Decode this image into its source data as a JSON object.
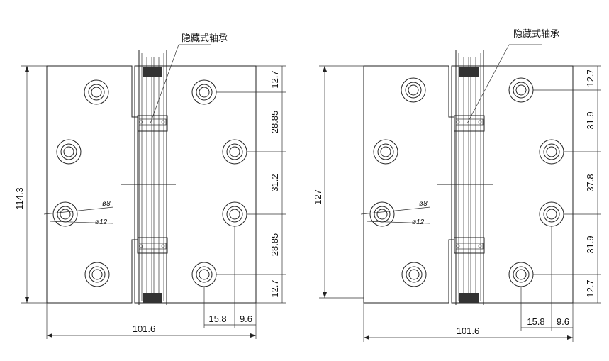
{
  "drawings": [
    {
      "id": "hinge-114",
      "bearing_label": "隐藏式轴承",
      "height_label": "114.3",
      "width_label": "101.6",
      "hole_offset_label": "15.8",
      "edge_offset_label": "9.6",
      "right_dims": [
        "12.7",
        "28.85",
        "31.2",
        "28.85",
        "12.7"
      ],
      "phi_small": "ø8",
      "phi_large": "ø12"
    },
    {
      "id": "hinge-127",
      "bearing_label": "隐藏式轴承",
      "height_label": "127",
      "width_label": "101.6",
      "hole_offset_label": "15.8",
      "edge_offset_label": "9.6",
      "right_dims": [
        "12.7",
        "31.9",
        "37.8",
        "31.9",
        "12.7"
      ],
      "phi_small": "ø8",
      "phi_large": "ø12"
    }
  ]
}
